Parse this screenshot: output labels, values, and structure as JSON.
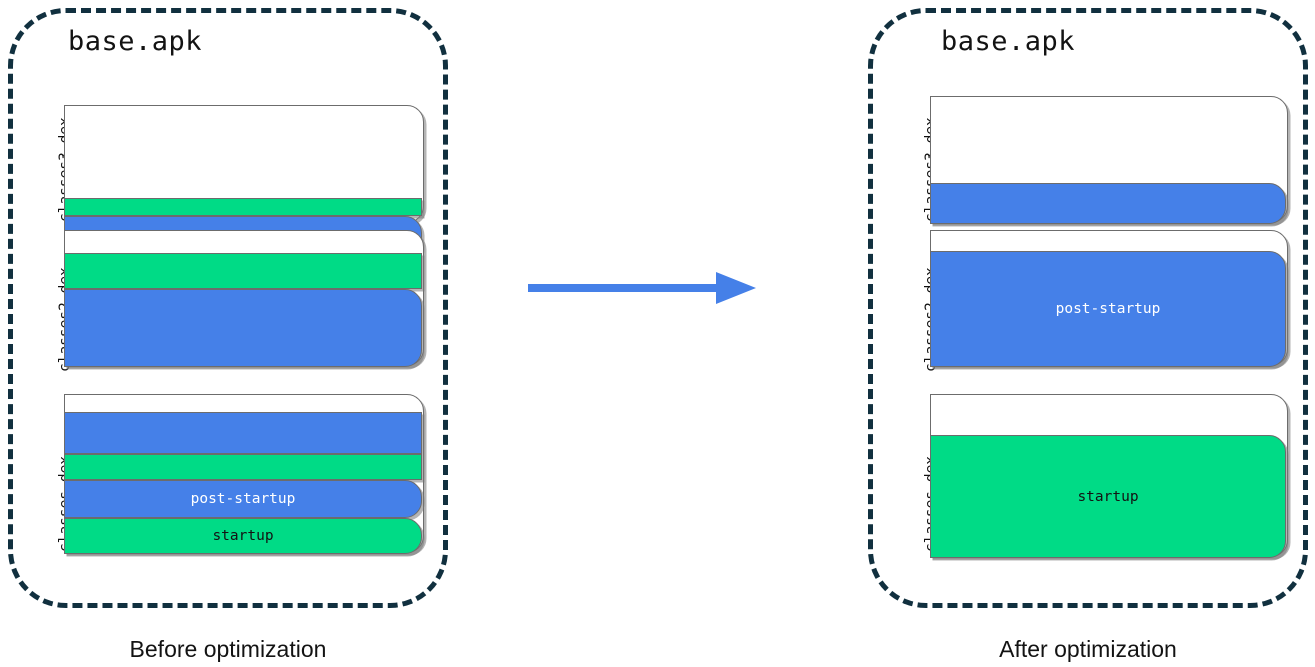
{
  "colors": {
    "startup_green": "#00DB86",
    "post_startup_blue": "#4580E8",
    "empty_white": "#FFFFFF",
    "panel_dash": "#11303F",
    "box_border": "#6C6C6C",
    "arrow": "#4580E8",
    "text_dark": "#131313",
    "text_light": "#FFFFFF"
  },
  "arrow": {
    "name": "transformation-arrow",
    "direction": "right"
  },
  "panels": [
    {
      "id": "before",
      "title": "base.apk",
      "caption": "Before optimization",
      "dex_files": [
        {
          "label": "classes3.dex",
          "segments": [
            {
              "kind": "empty",
              "text": "",
              "color": "#FFFFFF"
            },
            {
              "kind": "startup",
              "text": "",
              "color": "#00DB86"
            },
            {
              "kind": "post-startup",
              "text": "",
              "color": "#4580E8"
            }
          ]
        },
        {
          "label": "classes2.dex",
          "segments": [
            {
              "kind": "empty",
              "text": "",
              "color": "#FFFFFF"
            },
            {
              "kind": "startup",
              "text": "",
              "color": "#00DB86"
            },
            {
              "kind": "post-startup",
              "text": "",
              "color": "#4580E8"
            }
          ]
        },
        {
          "label": "classes.dex",
          "segments": [
            {
              "kind": "empty",
              "text": "",
              "color": "#FFFFFF"
            },
            {
              "kind": "post-startup",
              "text": "",
              "color": "#4580E8"
            },
            {
              "kind": "startup",
              "text": "",
              "color": "#00DB86"
            },
            {
              "kind": "post-startup",
              "text": "post-startup",
              "color": "#4580E8"
            },
            {
              "kind": "startup",
              "text": "startup",
              "color": "#00DB86"
            }
          ]
        }
      ]
    },
    {
      "id": "after",
      "title": "base.apk",
      "caption": "After optimization",
      "dex_files": [
        {
          "label": "classes3.dex",
          "segments": [
            {
              "kind": "empty",
              "text": "",
              "color": "#FFFFFF"
            },
            {
              "kind": "post-startup",
              "text": "",
              "color": "#4580E8"
            }
          ]
        },
        {
          "label": "classes2.dex",
          "segments": [
            {
              "kind": "empty",
              "text": "",
              "color": "#FFFFFF"
            },
            {
              "kind": "post-startup",
              "text": "post-startup",
              "color": "#4580E8"
            }
          ]
        },
        {
          "label": "classes.dex",
          "segments": [
            {
              "kind": "empty",
              "text": "",
              "color": "#FFFFFF"
            },
            {
              "kind": "startup",
              "text": "startup",
              "color": "#00DB86"
            }
          ]
        }
      ]
    }
  ]
}
